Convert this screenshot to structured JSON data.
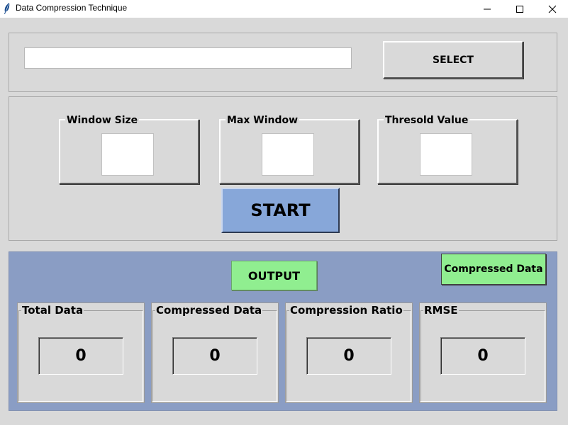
{
  "window": {
    "title": "Data Compression Technique",
    "app_icon": "feather-icon",
    "controls": [
      "minimize-icon",
      "maximize-icon",
      "close-icon"
    ]
  },
  "file_select": {
    "path_value": "",
    "select_label": "SELECT"
  },
  "parameters": [
    {
      "label": "Window Size",
      "value": ""
    },
    {
      "label": "Max Window",
      "value": ""
    },
    {
      "label": "Thresold Value",
      "value": ""
    }
  ],
  "start_label": "START",
  "output": {
    "output_label": "OUTPUT",
    "compressed_data_button": "Compressed Data",
    "stats": [
      {
        "label": "Total Data",
        "value": "0"
      },
      {
        "label": "Compressed Data",
        "value": "0"
      },
      {
        "label": "Compression Ratio",
        "value": "0"
      },
      {
        "label": "RMSE",
        "value": "0"
      }
    ]
  },
  "colors": {
    "background": "#d9d9d9",
    "output_panel": "#8a9dc4",
    "start_button": "#87a7d9",
    "green_button": "#90ee90"
  }
}
